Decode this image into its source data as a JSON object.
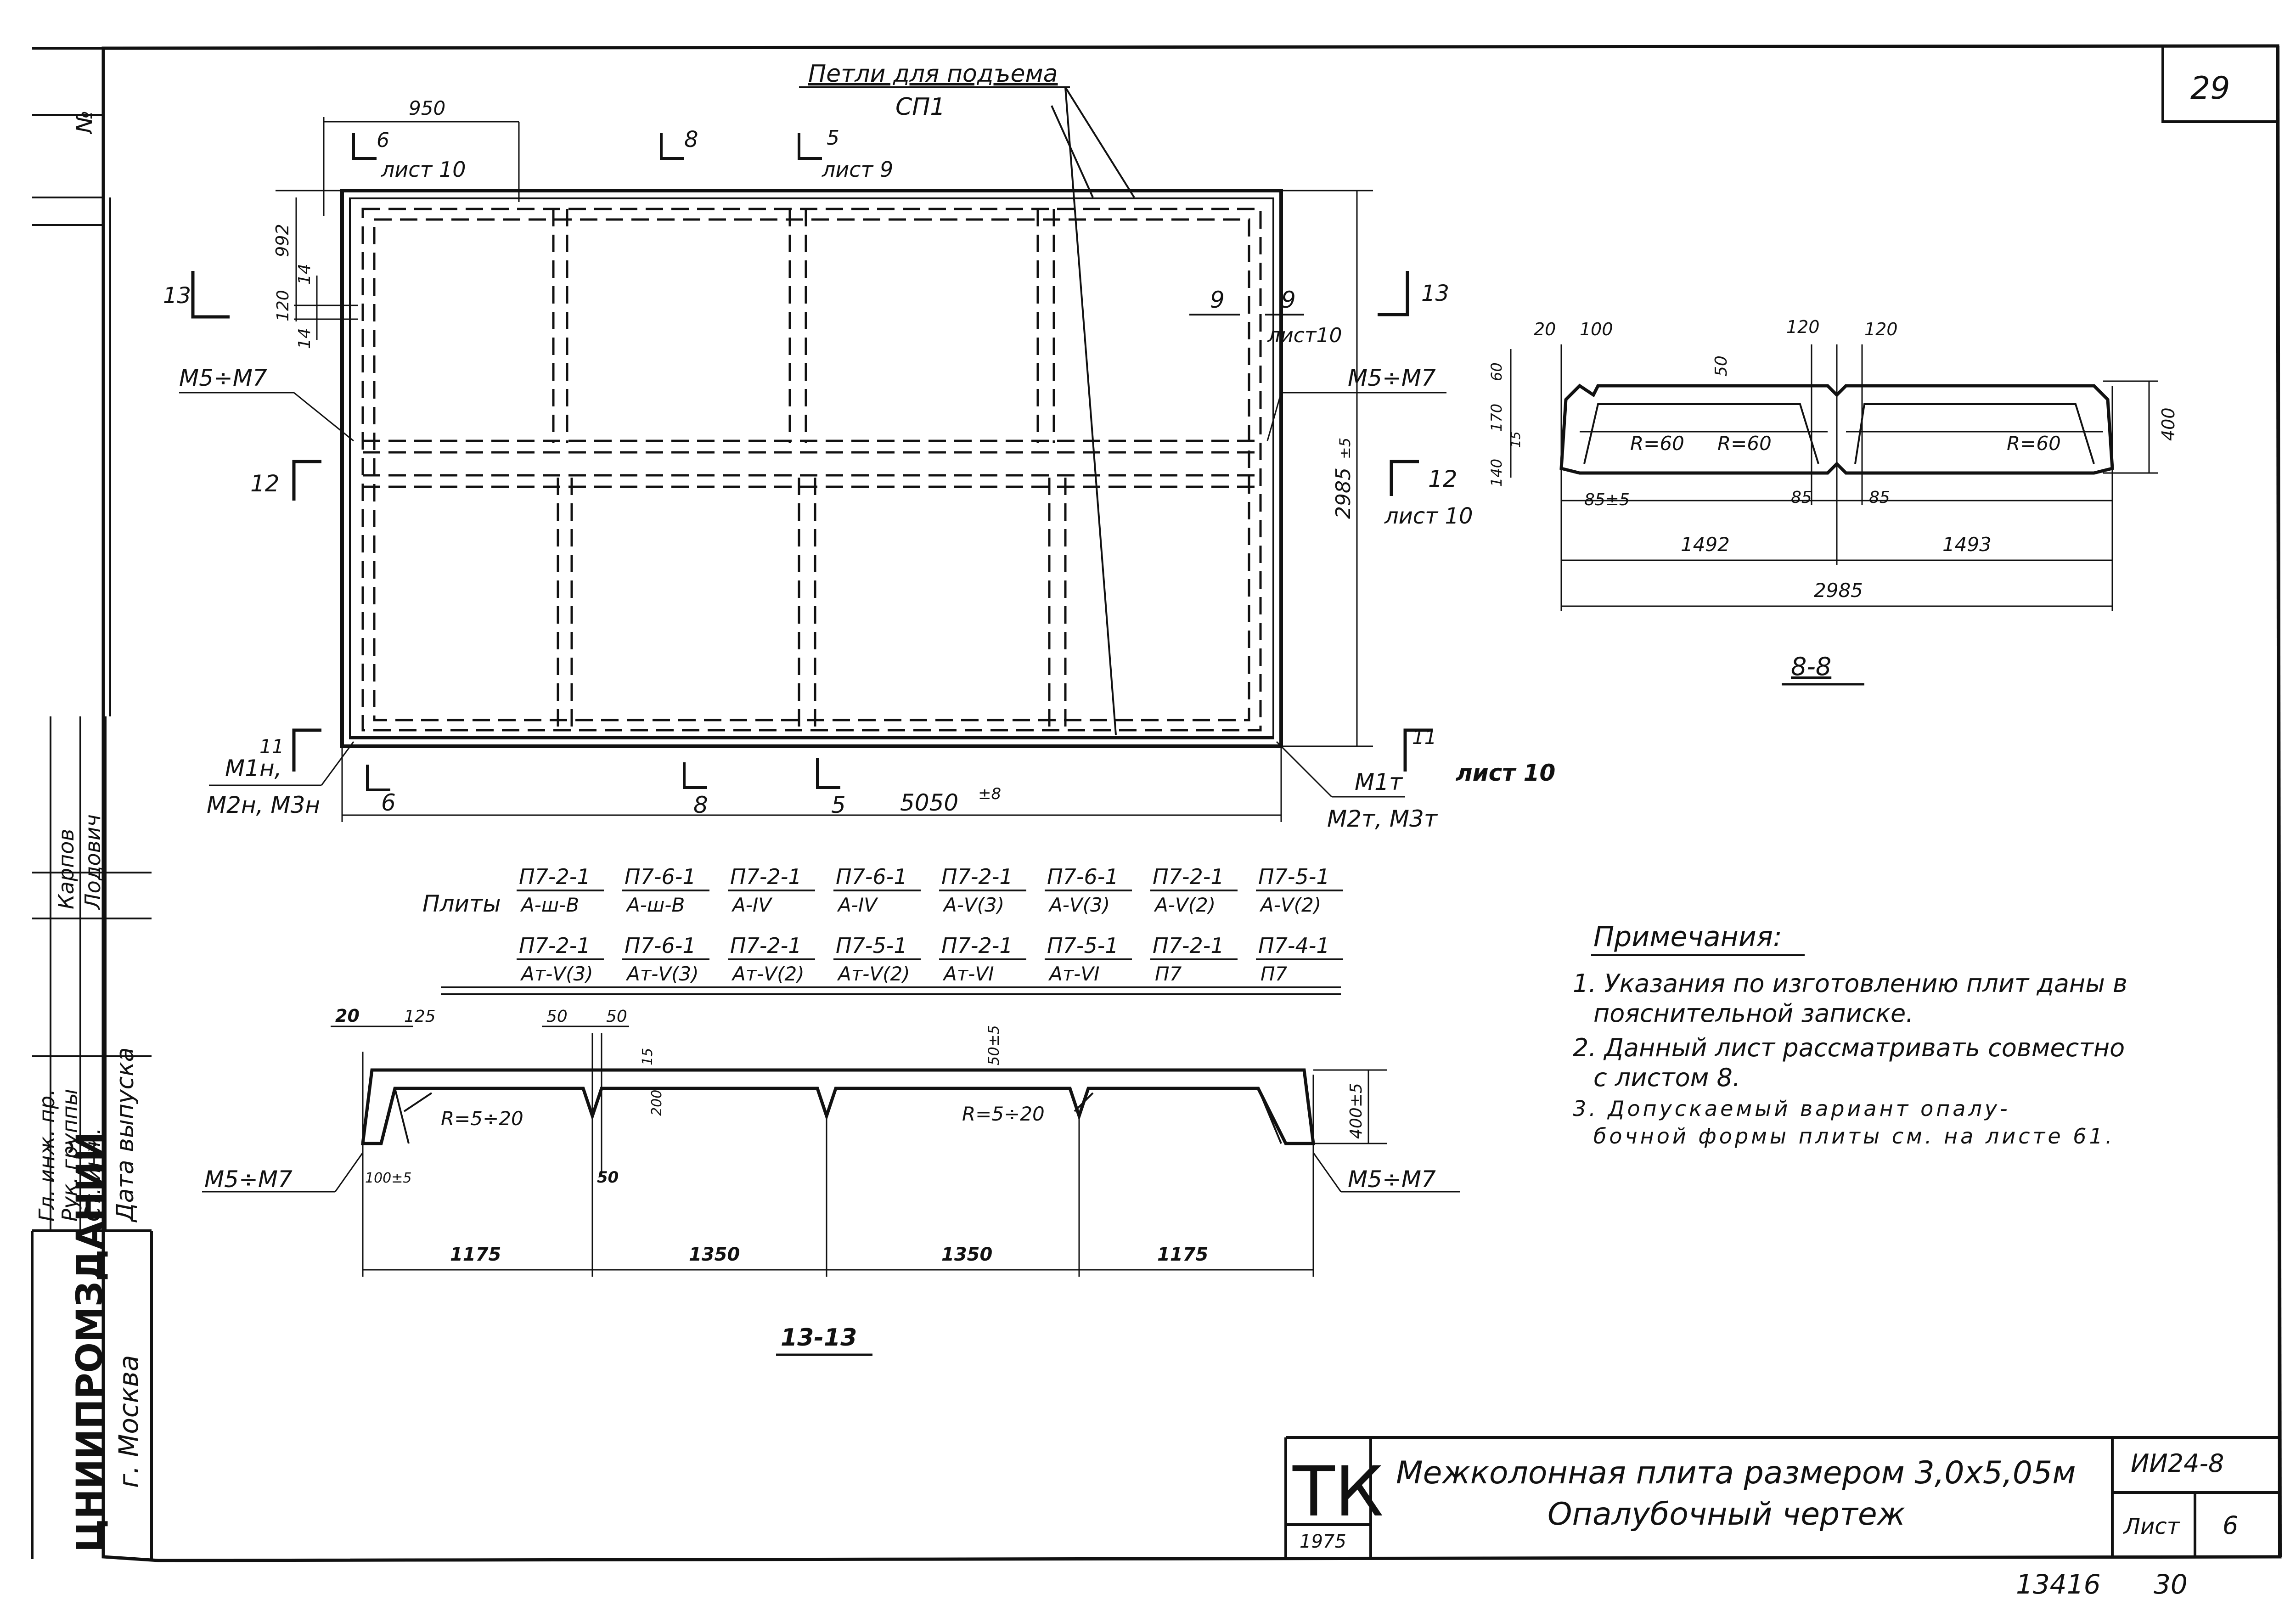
{
  "page": {
    "sheet_number": "29",
    "bottom_number": "13416",
    "bottom_page": "30"
  },
  "plan": {
    "lifting_loops_label": "Петли для подъема",
    "lifting_loops_code": "СП1",
    "dim_950": "950",
    "dim_5050": "5050",
    "dim_5050_tol": "±8",
    "dim_2985": "2985",
    "dim_2985_tol": "±5",
    "dim_992": "992",
    "dim_14a": "14",
    "dim_120": "120",
    "dim_14b": "14",
    "sec6": "6",
    "sec6_sheet": "лист 10",
    "sec8": "8",
    "sec5": "5",
    "sec5_sheet": "лист 9",
    "sec9a": "9",
    "sec9b": "9",
    "sec9_sheet": "лист10",
    "sec13_left": "13",
    "sec13_right": "13",
    "sec12_left": "12",
    "sec12_right": "12",
    "sec12_sheet": "лист 10",
    "sec11_left": "11",
    "sec11_right": "11",
    "sec11_sheet": "лист 10",
    "bottom_sec6": "6",
    "bottom_sec8": "8",
    "bottom_sec5": "5",
    "m5m7_left": "М5÷М7",
    "m5m7_right": "М5÷М7",
    "m1n": "М1н,",
    "m2n_m3n": "М2н, М3н",
    "m1t": "М1т",
    "m2t_m3t": "М2т, М3т"
  },
  "section_8_8": {
    "title": "8-8",
    "d20": "20",
    "d100": "100",
    "d50": "50",
    "d120a": "120",
    "d120b": "120",
    "d60": "60",
    "d170": "170",
    "d15": "15",
    "d140": "140",
    "d400": "400",
    "r1": "R=60",
    "r2": "R=60",
    "r3": "R=60",
    "d85a": "85±5",
    "d85b": "85",
    "d85c": "85",
    "d1492": "1492",
    "d1493": "1493",
    "d2985": "2985"
  },
  "slabs": {
    "label": "Плиты",
    "row1": [
      {
        "num": "П7-2-1",
        "den": "А-ш-В"
      },
      {
        "num": "П7-6-1",
        "den": "А-ш-В"
      },
      {
        "num": "П7-2-1",
        "den": "А-IV"
      },
      {
        "num": "П7-6-1",
        "den": "А-IV"
      },
      {
        "num": "П7-2-1",
        "den": "А-V(3)"
      },
      {
        "num": "П7-6-1",
        "den": "А-V(3)"
      },
      {
        "num": "П7-2-1",
        "den": "А-V(2)"
      },
      {
        "num": "П7-5-1",
        "den": "А-V(2)"
      }
    ],
    "row2": [
      {
        "num": "П7-2-1",
        "den": "Ат-V(3)"
      },
      {
        "num": "П7-6-1",
        "den": "Ат-V(3)"
      },
      {
        "num": "П7-2-1",
        "den": "Ат-V(2)"
      },
      {
        "num": "П7-5-1",
        "den": "Ат-V(2)"
      },
      {
        "num": "П7-2-1",
        "den": "Ат-VI"
      },
      {
        "num": "П7-5-1",
        "den": "Ат-VI"
      },
      {
        "num": "П7-2-1",
        "den": "П7"
      },
      {
        "num": "П7-4-1",
        "den": "П7"
      }
    ]
  },
  "section_13_13": {
    "title": "13-13",
    "d20": "20",
    "d125": "125",
    "d50a": "50",
    "d50b": "50",
    "d15": "15",
    "d200": "200",
    "d50c": "50±5",
    "d400": "400±5",
    "d100": "100±5",
    "d50d": "50",
    "r1": "R=5÷20",
    "r2": "R=5÷20",
    "m_left": "М5÷М7",
    "m_right": "М5÷М7",
    "spans": [
      "1175",
      "1350",
      "1350",
      "1175"
    ]
  },
  "notes": {
    "title": "Примечания:",
    "items": [
      "1. Указания по изготовлению плит даны в",
      "пояснительной записке.",
      "2. Данный лист рассматривать совместно",
      "с листом 8.",
      "3. Допускаемый вариант опалу-",
      "бочной формы плиты см. на листе 61."
    ]
  },
  "stamp": {
    "org_line1": "ЦНИИПРОМЗДАНИЙ",
    "org_line2": "г. Москва",
    "rows": [
      "Гл. инж. пр.",
      "Рук. группы",
      "Ст. инж.",
      "Дата выпуска"
    ],
    "names": [
      "Карпов",
      "Лодович"
    ],
    "no_label": "№"
  },
  "titleblock": {
    "tk": "ТК",
    "year": "1975",
    "title_line1": "Межколонная плита размером 3,0х5,05м",
    "title_line2": "Опалубочный чертеж",
    "code": "ИИ24-8",
    "sheet_label": "Лист",
    "sheet_num": "6"
  }
}
